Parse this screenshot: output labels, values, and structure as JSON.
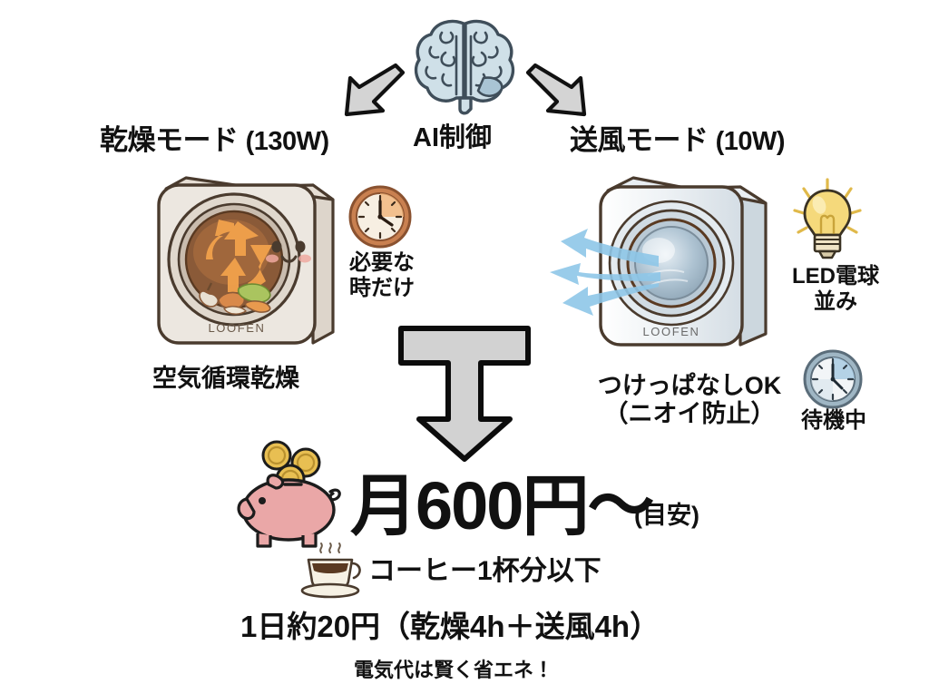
{
  "page": {
    "background_color": "#ffffff",
    "text_color": "#111111"
  },
  "top": {
    "brain_icon": "brain-icon",
    "ai_label": "AI制御",
    "arrow_left": "arrow-down-left-icon",
    "arrow_right": "arrow-down-right-icon"
  },
  "left_mode": {
    "title_main": "乾燥モード",
    "title_watt": "(130W)",
    "appliance_brand": "LOOFEN",
    "appliance_icon": "food-dryer-appliance-icon",
    "face_icon": "kawaii-face-icon",
    "circulation_icon": "circulating-arrows-icon",
    "food_scraps_icon": "food-scraps-icon",
    "caption": "空気循環乾燥",
    "badge": {
      "icon": "clock-orange-icon",
      "label_line1": "必要な",
      "label_line2": "時だけ"
    }
  },
  "right_mode": {
    "title_main": "送風モード",
    "title_watt": "(10W)",
    "appliance_brand": "LOOFEN",
    "appliance_icon": "fan-mode-appliance-icon",
    "airflow_icon": "airflow-arrows-icon",
    "caption_line1": "つけっぱなしOK",
    "caption_line2": "（ニオイ防止）",
    "badge_bulb": {
      "icon": "lightbulb-icon",
      "label_line1": "LED電球",
      "label_line2": "並み"
    },
    "badge_clock": {
      "icon": "clock-blue-icon",
      "label": "待機中"
    }
  },
  "merge_arrow": {
    "icon": "merge-down-arrow-icon"
  },
  "summary": {
    "piggy_icon": "piggy-bank-icon",
    "coins_icon": "coins-icon",
    "price": "月600円〜",
    "price_note": "(目安)",
    "coffee_icon": "coffee-cup-icon",
    "coffee_text": "コーヒー1杯分以下",
    "daily_text": "1日約20円（乾燥4h＋送風4h）",
    "footer_text": "電気代は賢く省エネ！"
  },
  "colors": {
    "arrow_gray_fill": "#d4d4d4",
    "arrow_outline": "#111111",
    "brain_fill": "#cfe0e8",
    "brain_outline": "#3f4e5a",
    "left_body": "#ece7e0",
    "left_interior": "#8a5a38",
    "circulation_orange": "#f2a14b",
    "right_body": "#eef2f5",
    "airflow_blue": "#8ec6e8",
    "bulb_yellow": "#f5d97b",
    "clock_orange": "#c98050",
    "clock_blue": "#a9cbe3",
    "piggy_pink": "#eaa7a7",
    "coin_gold": "#e8bf52"
  }
}
